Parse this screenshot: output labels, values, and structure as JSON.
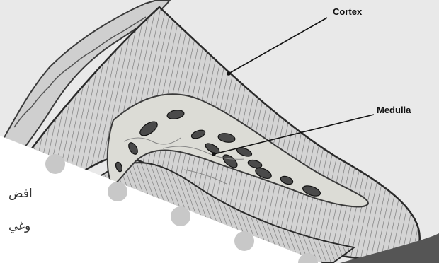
{
  "diagram": {
    "labels": {
      "cortex": "Cortex",
      "medulla": "Medulla"
    }
  },
  "overlay_text": {
    "line1": "افض",
    "line2": "وغي"
  },
  "colors": {
    "background": "#e9e9e9",
    "white_panel": "#ffffff",
    "bullet": "#c8c8c8",
    "ink": "#2a2a2a"
  }
}
